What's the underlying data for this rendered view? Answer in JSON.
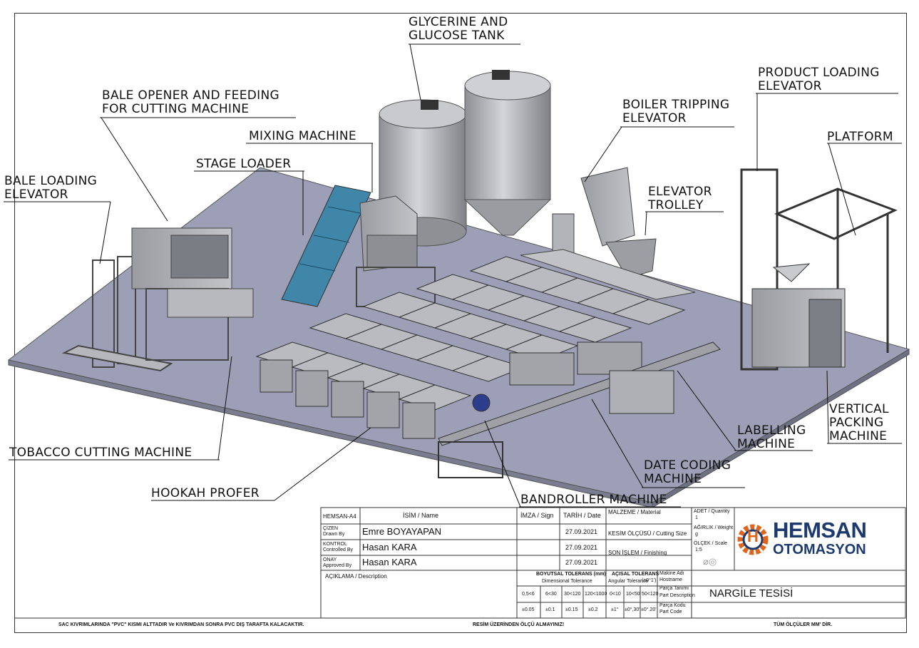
{
  "labels": {
    "glycerine": "GLYCERINE AND\nGLUCOSE TANK",
    "bale_opener": "BALE OPENER AND FEEDING\nFOR CUTTING MACHINE",
    "mixing": "MIXING MACHINE",
    "stage_loader": "STAGE LOADER",
    "bale_loading": "BALE LOADING\nELEVATOR",
    "boiler": "BOILER TRIPPING\nELEVATOR",
    "elevator_trolley": "ELEVATOR\nTROLLEY",
    "product_loading": "PRODUCT LOADING\nELEVATOR",
    "platform": "PLATFORM",
    "vertical_packing": "VERTICAL\nPACKING\nMACHINE",
    "labelling": "LABELLING\nMACHINE",
    "date_coding": "DATE CODING\nMACHINE",
    "bandroller": "BANDROLLER MACHINE",
    "hookah_profer": "HOOKAH PROFER",
    "tobacco_cutting": "TOBACCO CUTTING MACHINE"
  },
  "title_block": {
    "sheet_size": "HEMSAN-A4",
    "isim": "İSİM / Name",
    "imza": "İMZA / Sign",
    "tarih": "TARİH / Date",
    "malzeme": "MALZEME / Material",
    "adet": "ADET / Quantity",
    "adet_value": "1",
    "cizen": "ÇİZEN",
    "drawn_by": "Drawn By",
    "cizen_name": "Emre BOYAYAPAN",
    "cizen_date": "27.09.2021",
    "kesim": "KESİM ÖLÇÜSÜ / Cutting Size",
    "agirlik": "AĞIRLIK / Weight",
    "agirlik_value": "g",
    "kontrol": "KONTROL",
    "controlled_by": "Controlled By",
    "kontrol_name": "Hasan KARA",
    "kontrol_date": "27.09.2021",
    "son_islem": "SON İŞLEM / Finishing",
    "olcek": "ÖLÇEK / Scale",
    "olcek_value": "1:5",
    "onay": "ONAY",
    "approved_by": "Approved By",
    "onay_name": "Hasan KARA",
    "onay_date": "27.09.2021",
    "aciklama": "AÇIKLAMA / Description",
    "boyutsal": "BOYUTSAL TOLERANS (mm)",
    "dimensional": "Dimensional Tolerance",
    "acisal": "AÇISAL TOLERANS",
    "angular": "Angular Tolerance",
    "makine_adi": "Makine Adı",
    "hostname": "Hostname",
    "parca_tanimi": "Parça Tanımı",
    "part_description": "Part Description",
    "parca_kodu": "Parça Kodu",
    "part_code": "Part Code",
    "part_description_value": "NARGİLE TESİSİ",
    "dim_ranges": [
      "0,5<6",
      "6<30",
      "30<120",
      "120<1000"
    ],
    "dim_tols": [
      "±0.05",
      "±0.1",
      "±0.15",
      "±0.2"
    ],
    "ang_ranges": [
      "0<10",
      "10<50",
      "50<120"
    ],
    "ang_tols": [
      "±1°",
      "±0°,30'",
      "±0°.20'"
    ],
    "ang_hint": "(±0°1')",
    "footer_left": "SAC KIVRIMLARINDA \"PVC\" KISMI ALTTADIR Ve KIVRIMDAN SONRA PVC DIŞ TARAFTA KALACAKTIR.",
    "footer_mid": "RESİM ÜZERİNDEN ÖLÇÜ ALMAYINIZ!",
    "footer_right": "TÜM ÖLÇÜLER MM' DİR."
  },
  "logo": {
    "line1": "HEMSAN",
    "line2": "OTOMASYON",
    "letter": "H"
  },
  "colors": {
    "floor": "#9c9fb5",
    "metal": "#a6a8ae",
    "conveyor": "#3f86a8",
    "logo_blue": "#1d3a6e",
    "logo_orange": "#e0651c"
  }
}
